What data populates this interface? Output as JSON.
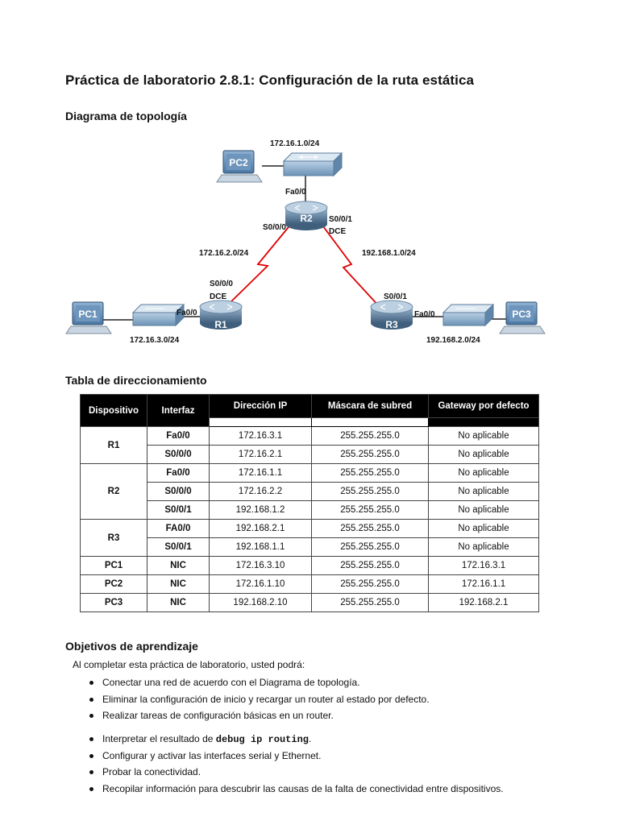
{
  "title": "Práctica de laboratorio 2.8.1: Configuración de la ruta estática",
  "topology": {
    "heading": "Diagrama de topología",
    "labels": {
      "net_top": "172.16.1.0/24",
      "r2_fa": "Fa0/0",
      "r2_s000": "S0/0/0",
      "r2_s001": "S0/0/1",
      "r2_dce": "DCE",
      "net_left": "172.16.2.0/24",
      "net_right": "192.168.1.0/24",
      "r1_s000": "S0/0/0",
      "r1_dce": "DCE",
      "r1_fa": "Fa0/0",
      "r3_s001": "S0/0/1",
      "r3_fa": "Fa0/0",
      "net_r1_lan": "172.16.3.0/24",
      "net_r3_lan": "192.168.2.0/24"
    },
    "devices": {
      "pc1": "PC1",
      "pc2": "PC2",
      "pc3": "PC3",
      "r1": "R1",
      "r2": "R2",
      "r3": "R3"
    },
    "colors": {
      "serial_link": "#e00000",
      "router": "#4a6b8a",
      "switch": "#7aa0c0",
      "pc": "#5b86b0"
    }
  },
  "addressing": {
    "heading": "Tabla de direccionamiento",
    "columns": [
      "Dispositivo",
      "Interfaz",
      "Dirección IP",
      "Máscara de subred",
      "Gateway por defecto"
    ],
    "groups": [
      {
        "device": "R1",
        "rows": [
          {
            "intf": "Fa0/0",
            "ip": "172.16.3.1",
            "mask": "255.255.255.0",
            "gw": "No aplicable"
          },
          {
            "intf": "S0/0/0",
            "ip": "172.16.2.1",
            "mask": "255.255.255.0",
            "gw": "No aplicable"
          }
        ]
      },
      {
        "device": "R2",
        "rows": [
          {
            "intf": "Fa0/0",
            "ip": "172.16.1.1",
            "mask": "255.255.255.0",
            "gw": "No aplicable"
          },
          {
            "intf": "S0/0/0",
            "ip": "172.16.2.2",
            "mask": "255.255.255.0",
            "gw": "No aplicable"
          },
          {
            "intf": "S0/0/1",
            "ip": "192.168.1.2",
            "mask": "255.255.255.0",
            "gw": "No aplicable"
          }
        ]
      },
      {
        "device": "R3",
        "rows": [
          {
            "intf": "FA0/0",
            "ip": "192.168.2.1",
            "mask": "255.255.255.0",
            "gw": "No aplicable"
          },
          {
            "intf": "S0/0/1",
            "ip": "192.168.1.1",
            "mask": "255.255.255.0",
            "gw": "No aplicable"
          }
        ]
      },
      {
        "device": "PC1",
        "rows": [
          {
            "intf": "NIC",
            "ip": "172.16.3.10",
            "mask": "255.255.255.0",
            "gw": "172.16.3.1"
          }
        ]
      },
      {
        "device": "PC2",
        "rows": [
          {
            "intf": "NIC",
            "ip": "172.16.1.10",
            "mask": "255.255.255.0",
            "gw": "172.16.1.1"
          }
        ]
      },
      {
        "device": "PC3",
        "rows": [
          {
            "intf": "NIC",
            "ip": "192.168.2.10",
            "mask": "255.255.255.0",
            "gw": "192.168.2.1"
          }
        ]
      }
    ]
  },
  "objectives": {
    "heading": "Objetivos de aprendizaje",
    "intro": "Al completar esta práctica de laboratorio, usted podrá:",
    "group1": [
      "Conectar una red de acuerdo con el Diagrama de topología.",
      "Eliminar la configuración de inicio y recargar un router al estado por defecto.",
      "Realizar tareas de configuración básicas en un router."
    ],
    "group2_first": {
      "before": "Interpretar el resultado de ",
      "command": "debug ip routing",
      "after": "."
    },
    "group2": [
      "Configurar y activar las interfaces serial y Ethernet.",
      "Probar la conectividad.",
      "Recopilar información para descubrir las causas de la falta de conectividad entre dispositivos."
    ]
  }
}
